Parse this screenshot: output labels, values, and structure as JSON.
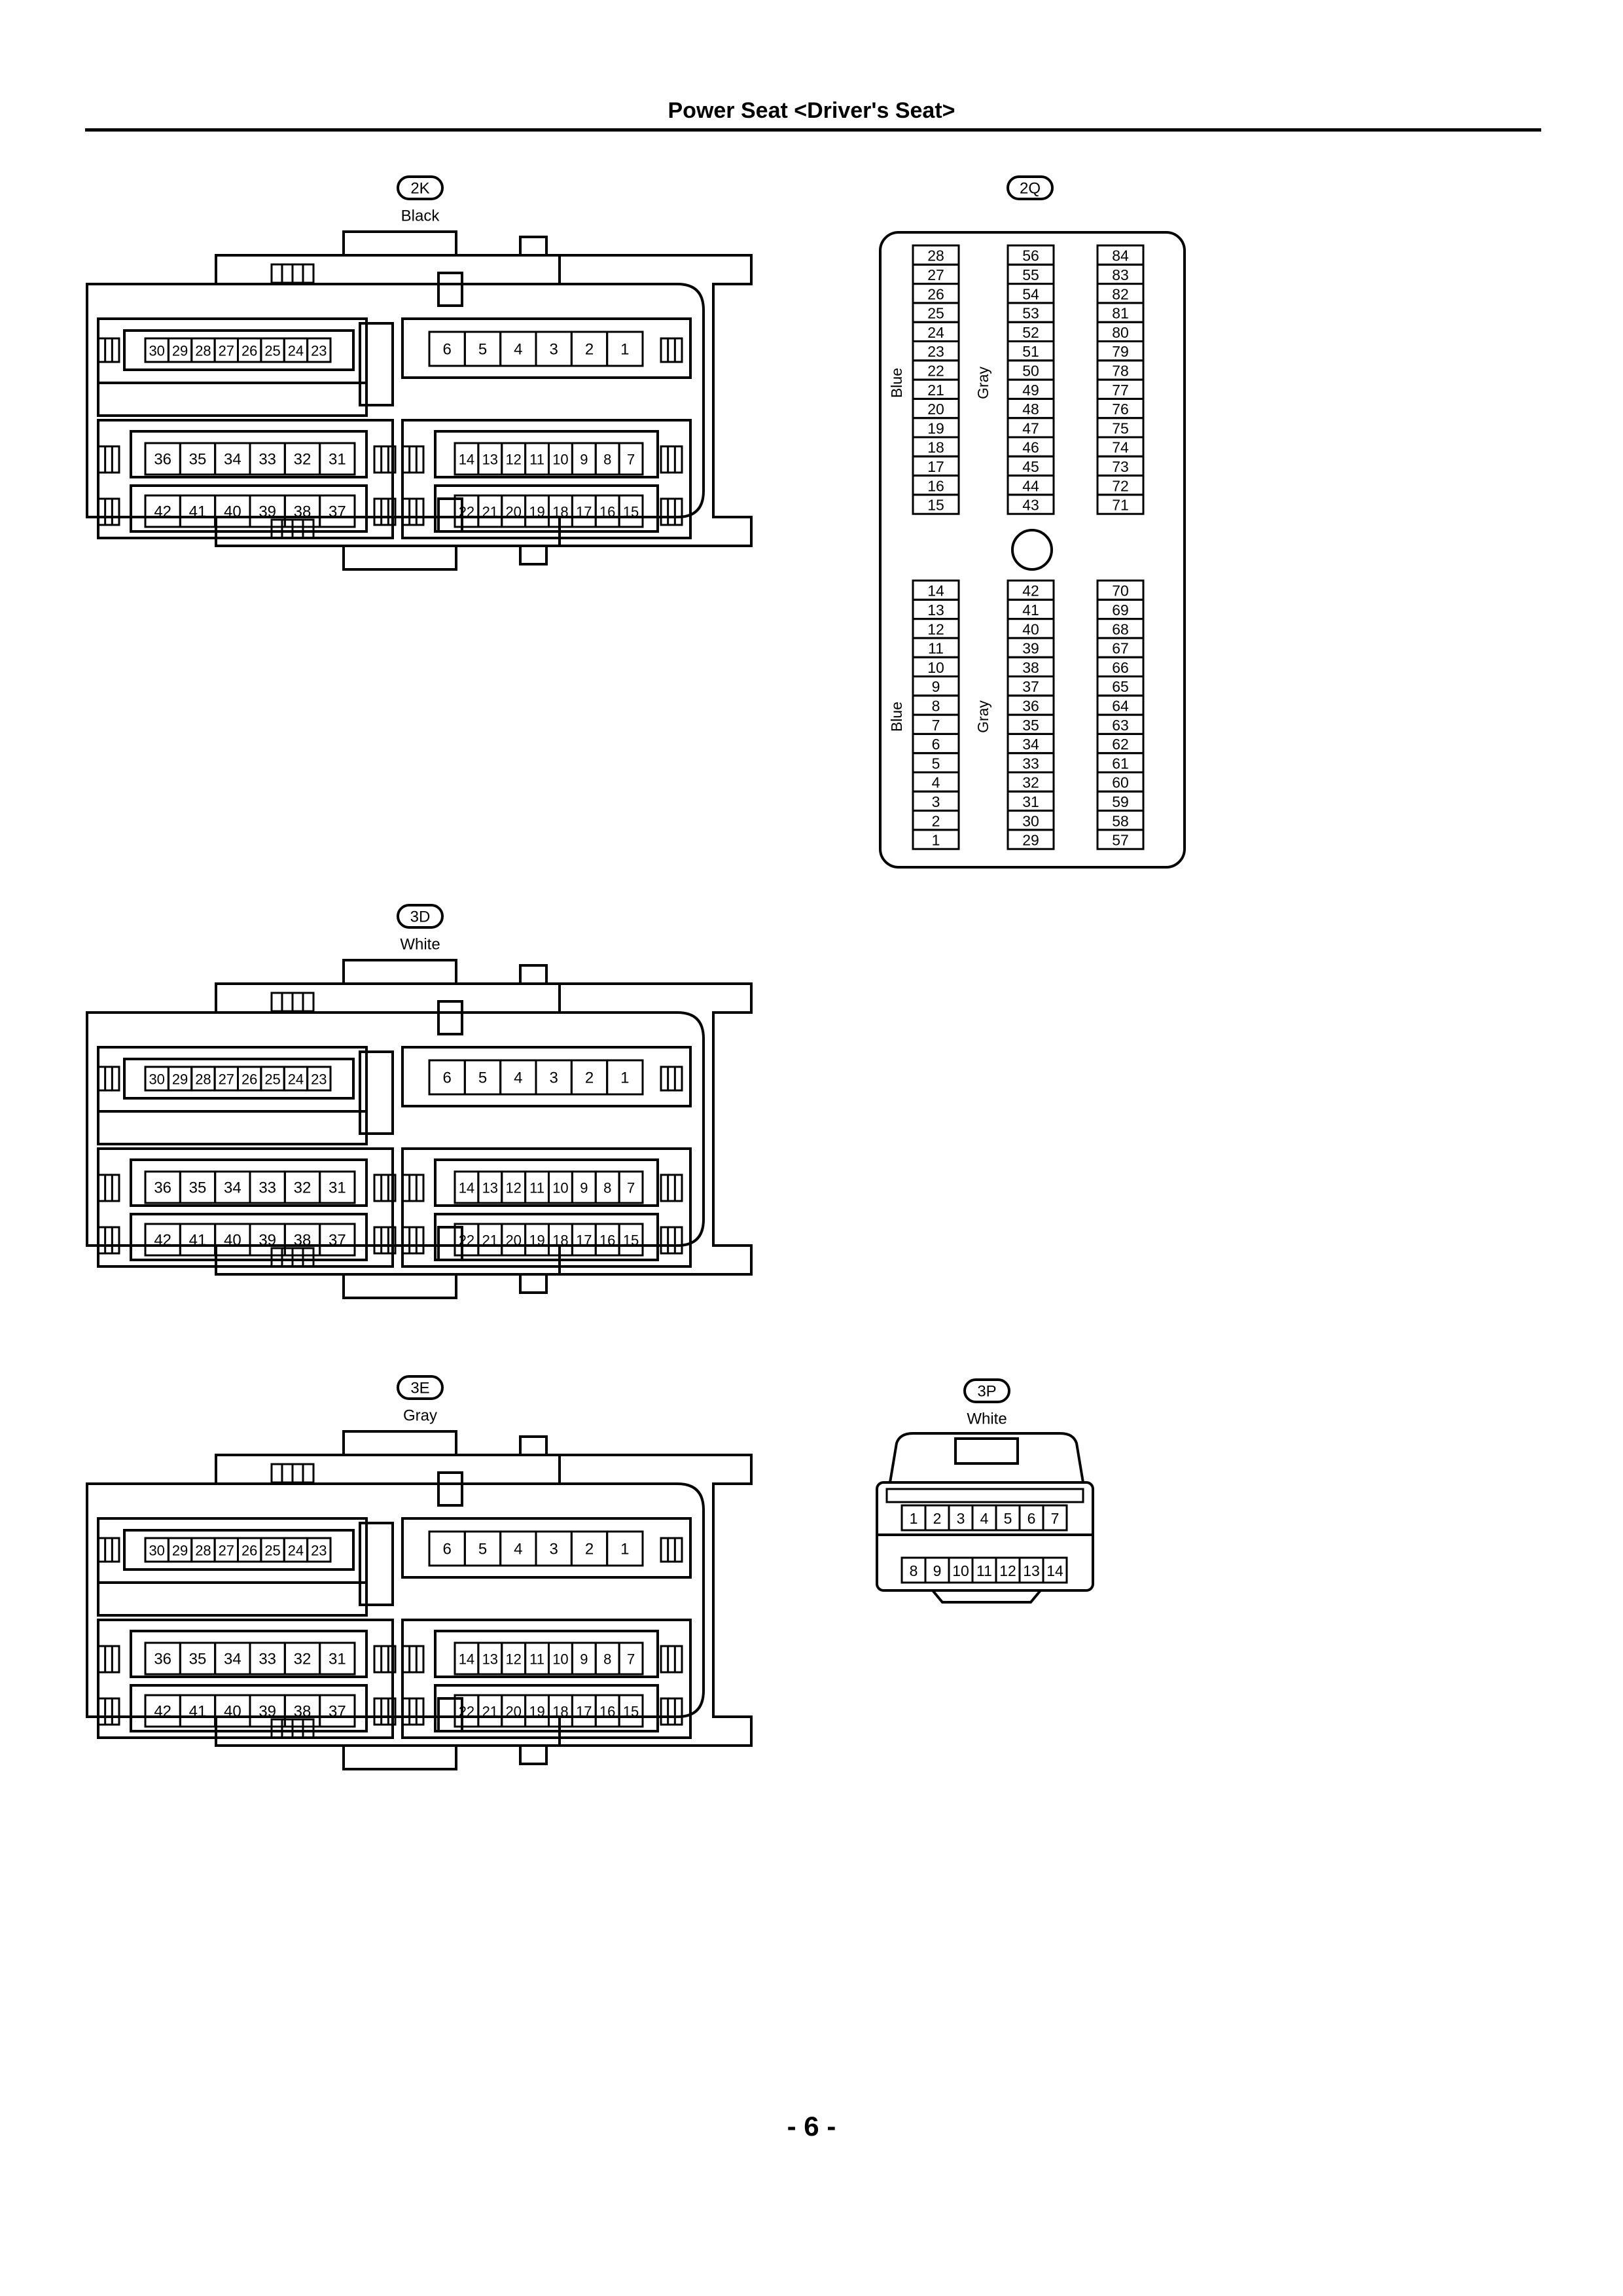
{
  "title": "Power Seat <Driver's Seat>",
  "page_number": "- 6 -",
  "connectors_42pin": [
    {
      "id": "2K",
      "color": "Black"
    },
    {
      "id": "3D",
      "color": "White"
    },
    {
      "id": "3E",
      "color": "Gray"
    }
  ],
  "pins_42": {
    "top_left": [
      "30",
      "29",
      "28",
      "27",
      "26",
      "25",
      "24",
      "23"
    ],
    "top_right": [
      "6",
      "5",
      "4",
      "3",
      "2",
      "1"
    ],
    "mid_left": [
      "36",
      "35",
      "34",
      "33",
      "32",
      "31"
    ],
    "mid_right": [
      "14",
      "13",
      "12",
      "11",
      "10",
      "9",
      "8",
      "7"
    ],
    "bot_left": [
      "42",
      "41",
      "40",
      "39",
      "38",
      "37"
    ],
    "bot_right": [
      "22",
      "21",
      "20",
      "19",
      "18",
      "17",
      "16",
      "15"
    ]
  },
  "connector_84pin": {
    "id": "2Q",
    "side_labels": {
      "left": "Blue",
      "middle": "Gray"
    },
    "top_columns": [
      [
        "28",
        "27",
        "26",
        "25",
        "24",
        "23",
        "22",
        "21",
        "20",
        "19",
        "18",
        "17",
        "16",
        "15"
      ],
      [
        "56",
        "55",
        "54",
        "53",
        "52",
        "51",
        "50",
        "49",
        "48",
        "47",
        "46",
        "45",
        "44",
        "43"
      ],
      [
        "84",
        "83",
        "82",
        "81",
        "80",
        "79",
        "78",
        "77",
        "76",
        "75",
        "74",
        "73",
        "72",
        "71"
      ]
    ],
    "bottom_columns": [
      [
        "14",
        "13",
        "12",
        "11",
        "10",
        "9",
        "8",
        "7",
        "6",
        "5",
        "4",
        "3",
        "2",
        "1"
      ],
      [
        "42",
        "41",
        "40",
        "39",
        "38",
        "37",
        "36",
        "35",
        "34",
        "33",
        "32",
        "31",
        "30",
        "29"
      ],
      [
        "70",
        "69",
        "68",
        "67",
        "66",
        "65",
        "64",
        "63",
        "62",
        "61",
        "60",
        "59",
        "58",
        "57"
      ]
    ]
  },
  "connector_14pin": {
    "id": "3P",
    "color": "White",
    "top_row": [
      "1",
      "2",
      "3",
      "4",
      "5",
      "6",
      "7"
    ],
    "bottom_row": [
      "8",
      "9",
      "10",
      "11",
      "12",
      "13",
      "14"
    ]
  }
}
